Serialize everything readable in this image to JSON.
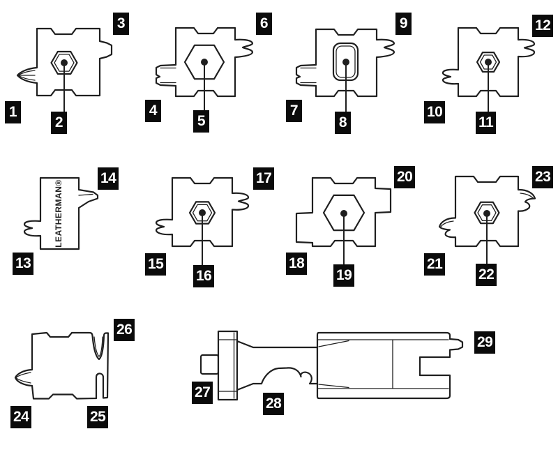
{
  "diagram": {
    "brand_label": "LEATHERMAN®",
    "colors": {
      "background": "#ffffff",
      "outline": "#1f1f1f",
      "fill": "#ffffff",
      "badge_bg": "#0b0b0b",
      "badge_text": "#ffffff"
    },
    "callouts": [
      "1",
      "2",
      "3",
      "4",
      "5",
      "6",
      "7",
      "8",
      "9",
      "10",
      "11",
      "12",
      "13",
      "14",
      "15",
      "16",
      "17",
      "18",
      "19",
      "20",
      "21",
      "22",
      "23",
      "24",
      "25",
      "26",
      "27",
      "28",
      "29"
    ]
  }
}
